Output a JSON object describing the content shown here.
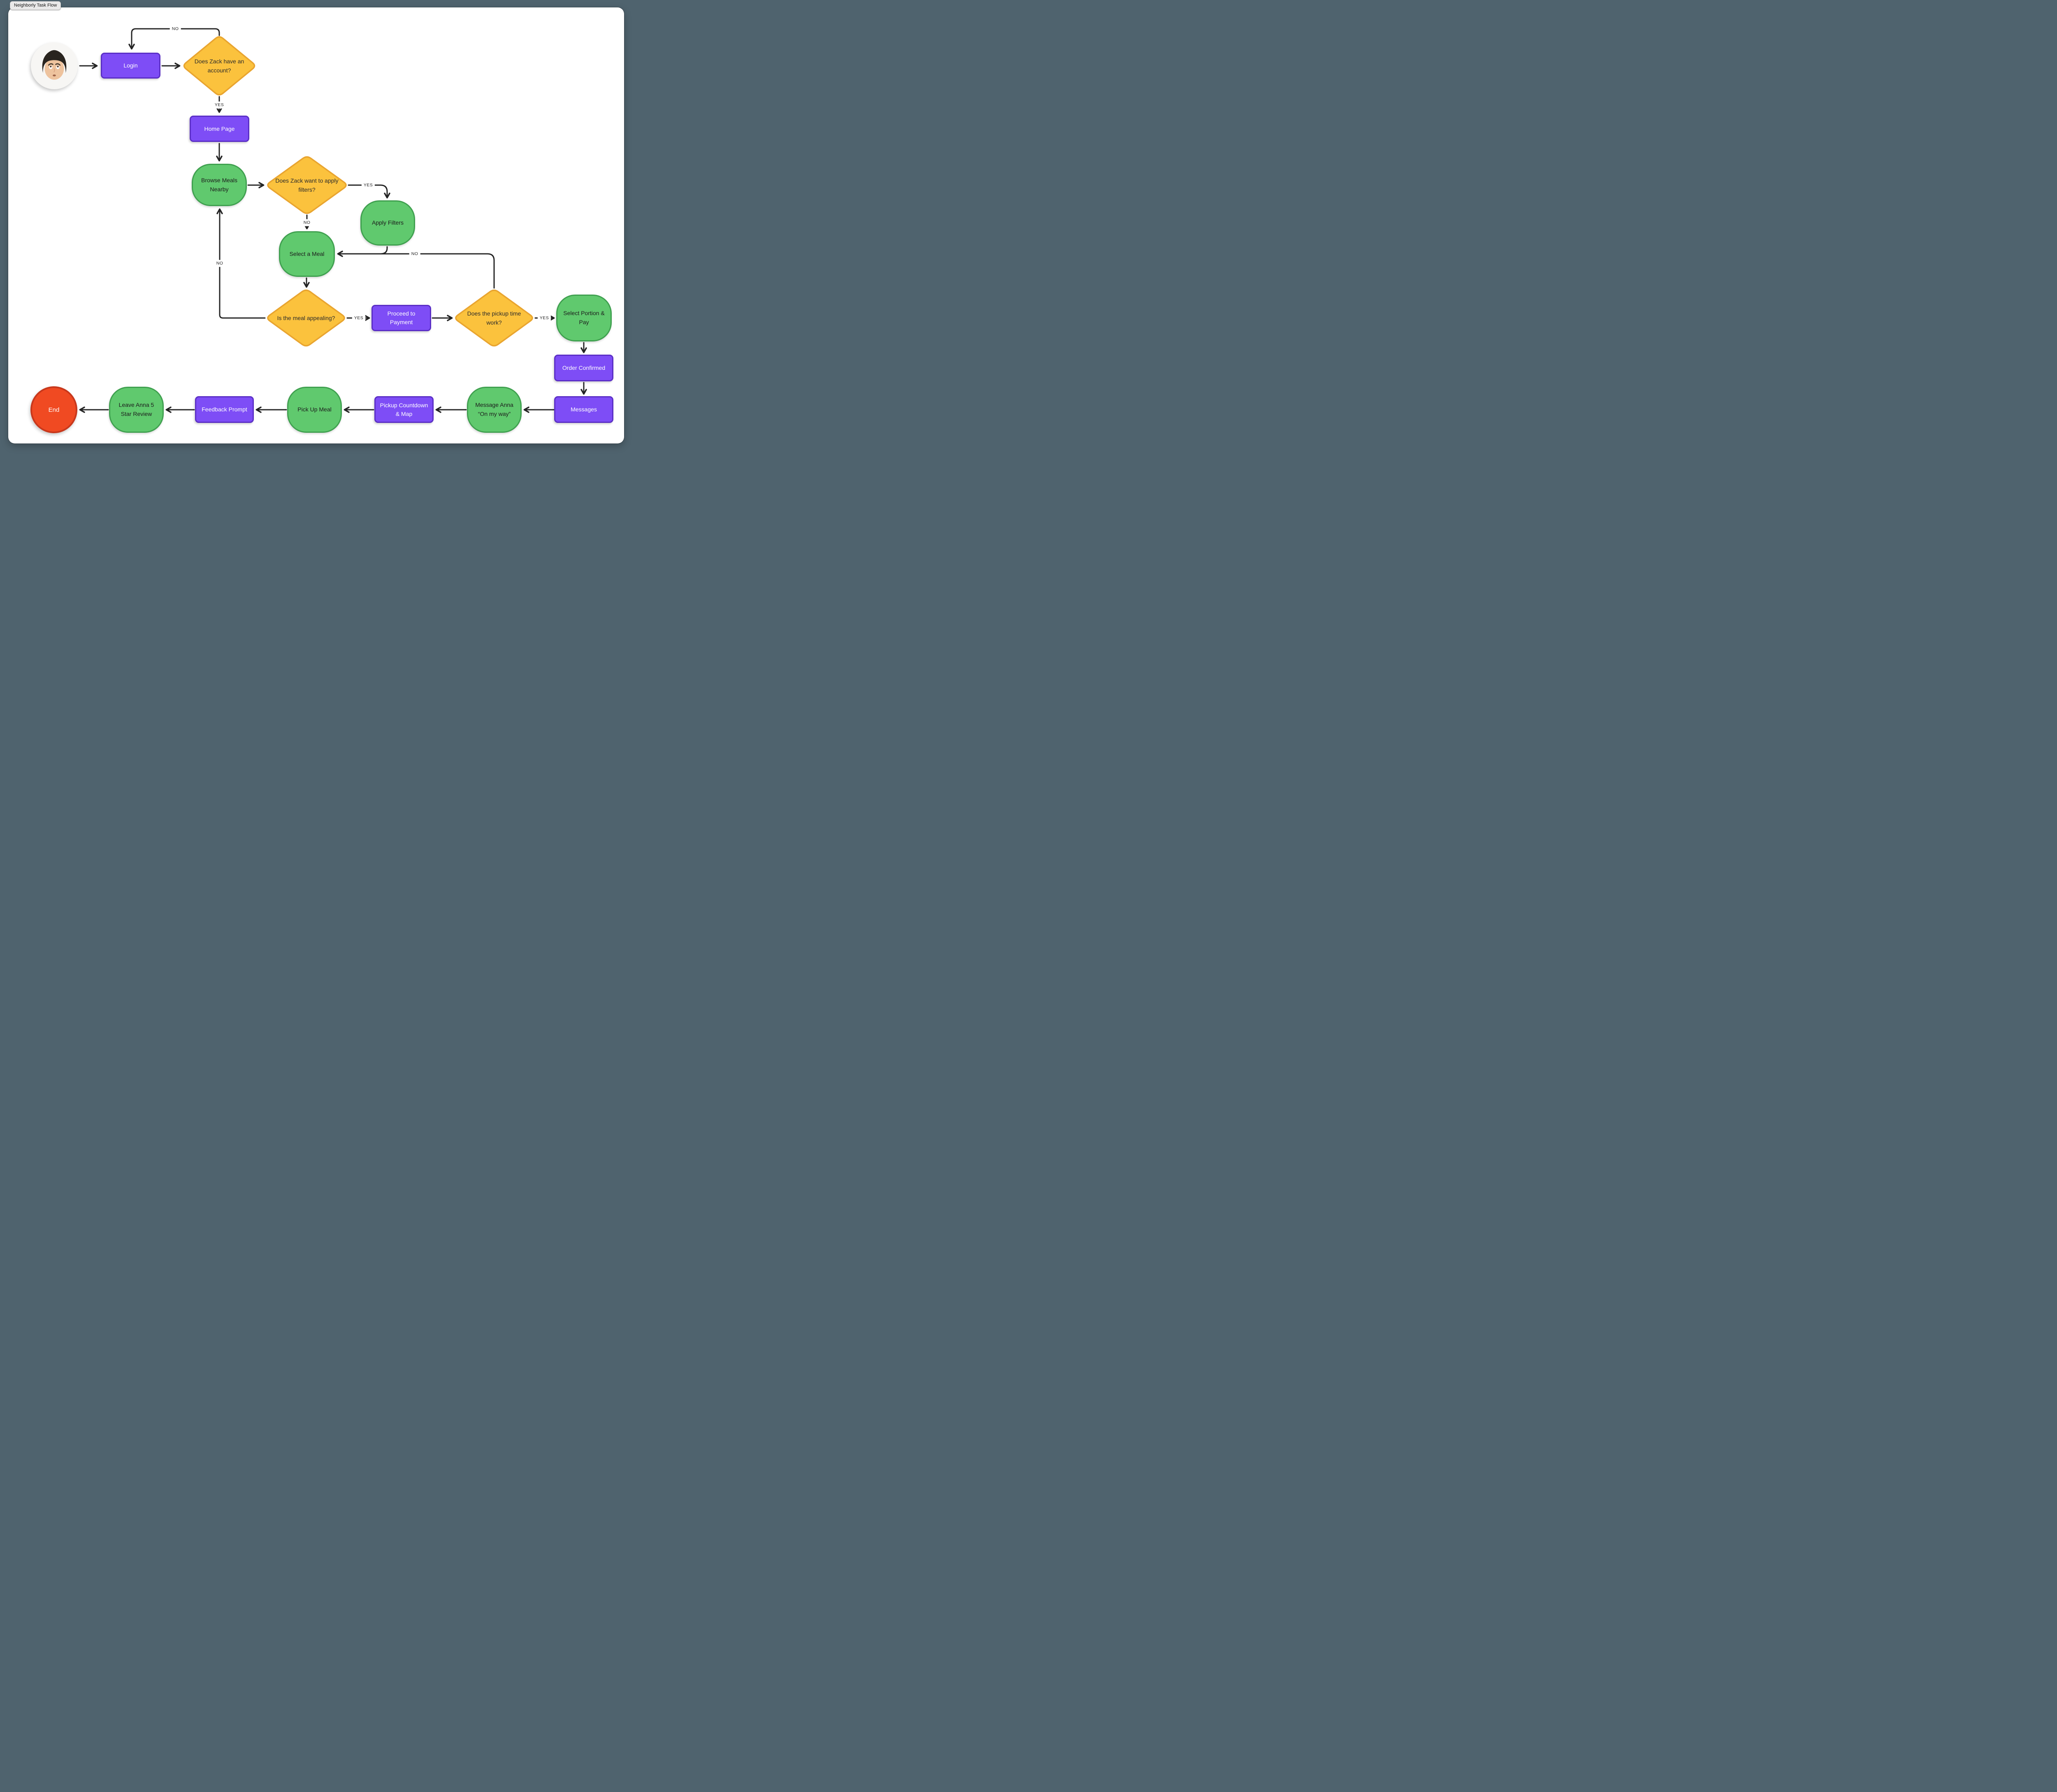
{
  "badge": {
    "title": "Neighborly Task Flow"
  },
  "colors": {
    "background": "#4f636e",
    "canvas": "#ffffff",
    "screen_fill": "#7e4df6",
    "screen_border": "#5b2fc6",
    "action_fill": "#60c96e",
    "action_border": "#3fa04f",
    "decision_fill": "#fbc23d",
    "decision_border": "#e9a530",
    "end_fill": "#f04a22",
    "end_border": "#c8381c",
    "connector": "#242424"
  },
  "nodes": {
    "user_avatar": {
      "label": "",
      "type": "start-avatar"
    },
    "login": {
      "label": "Login",
      "type": "screen"
    },
    "account_question": {
      "label": "Does Zack have an account?",
      "type": "decision"
    },
    "home_page": {
      "label": "Home Page",
      "type": "screen"
    },
    "browse_meals": {
      "label": "Browse Meals Nearby",
      "type": "action"
    },
    "filters_question": {
      "label": "Does Zack want to apply filters?",
      "type": "decision"
    },
    "apply_filters": {
      "label": "Apply Filters",
      "type": "action"
    },
    "select_meal": {
      "label": "Select a Meal",
      "type": "action"
    },
    "appealing_question": {
      "label": "Is the meal appealing?",
      "type": "decision"
    },
    "proceed_payment": {
      "label": "Proceed to Payment",
      "type": "screen"
    },
    "pickup_question": {
      "label": "Does the pickup time work?",
      "type": "decision"
    },
    "select_portion_pay": {
      "label": "Select Portion & Pay",
      "type": "action"
    },
    "order_confirmed": {
      "label": "Order Confirmed",
      "type": "screen"
    },
    "messages": {
      "label": "Messages",
      "type": "screen"
    },
    "message_anna": {
      "label": "Message Anna “On my way”",
      "type": "action"
    },
    "pickup_countdown": {
      "label": "Pickup Countdown & Map",
      "type": "screen"
    },
    "pick_up_meal": {
      "label": "Pick Up Meal",
      "type": "action"
    },
    "feedback_prompt": {
      "label": "Feedback Prompt",
      "type": "screen"
    },
    "leave_review": {
      "label": "Leave Anna 5 Star Review",
      "type": "action"
    },
    "end": {
      "label": "End",
      "type": "terminator"
    }
  },
  "edge_labels": {
    "account_no": "NO",
    "account_yes": "YES",
    "filters_yes": "YES",
    "filters_no": "NO",
    "pickup_no": "NO",
    "appealing_no": "NO",
    "appealing_yes": "YES",
    "pickup_yes": "YES"
  }
}
